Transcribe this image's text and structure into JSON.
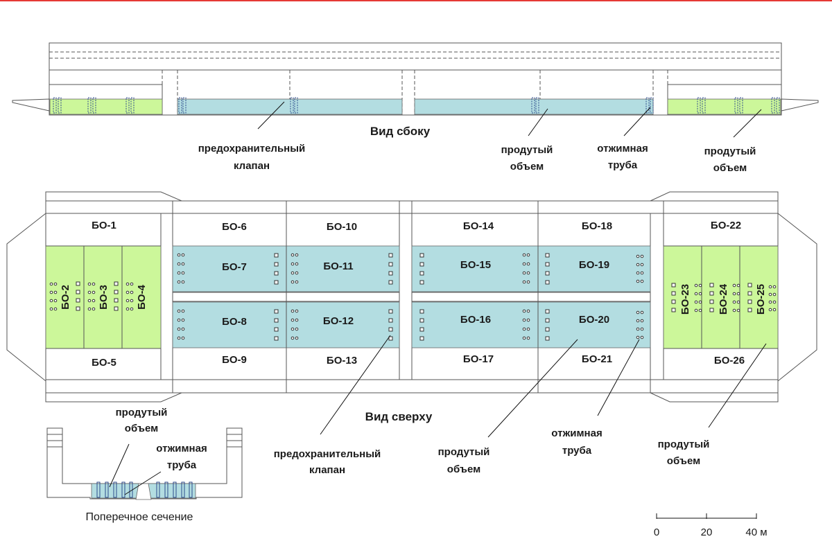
{
  "colors": {
    "blown_volume_blue": "#b3dde1",
    "blown_volume_green": "#ccf79a",
    "top_border": "#e53935"
  },
  "views": {
    "side": "Вид сбоку",
    "top": "Вид сверху",
    "cross": "Поперечное сечение"
  },
  "side_annotations": {
    "valve": [
      "предохранительный",
      "клапан"
    ],
    "volume_mid": [
      "продутый",
      "объем"
    ],
    "pipe": [
      "отжимная",
      "труба"
    ],
    "volume_right": [
      "продутый",
      "объем"
    ]
  },
  "top_annotations": {
    "volume_left": [
      "продутый",
      "объем"
    ],
    "valve": [
      "предохранительный",
      "клапан"
    ],
    "volume_mid": [
      "продутый",
      "объем"
    ],
    "pipe": [
      "отжимная",
      "труба"
    ],
    "volume_right": [
      "продутый",
      "объем"
    ]
  },
  "cross_annotations": {
    "pipe": [
      "отжимная",
      "труба"
    ]
  },
  "compartments": {
    "bo1": "БО-1",
    "bo2": "БО-2",
    "bo3": "БО-3",
    "bo4": "БО-4",
    "bo5": "БО-5",
    "bo6": "БО-6",
    "bo7": "БО-7",
    "bo8": "БО-8",
    "bo9": "БО-9",
    "bo10": "БО-10",
    "bo11": "БО-11",
    "bo12": "БО-12",
    "bo13": "БО-13",
    "bo14": "БО-14",
    "bo15": "БО-15",
    "bo16": "БО-16",
    "bo17": "БО-17",
    "bo18": "БО-18",
    "bo19": "БО-19",
    "bo20": "БО-20",
    "bo21": "БО-21",
    "bo22": "БО-22",
    "bo23": "БО-23",
    "bo24": "БО-24",
    "bo25": "БО-25",
    "bo26": "БО-26"
  },
  "scale": {
    "t0": "0",
    "t20": "20",
    "t40": "40 м"
  }
}
